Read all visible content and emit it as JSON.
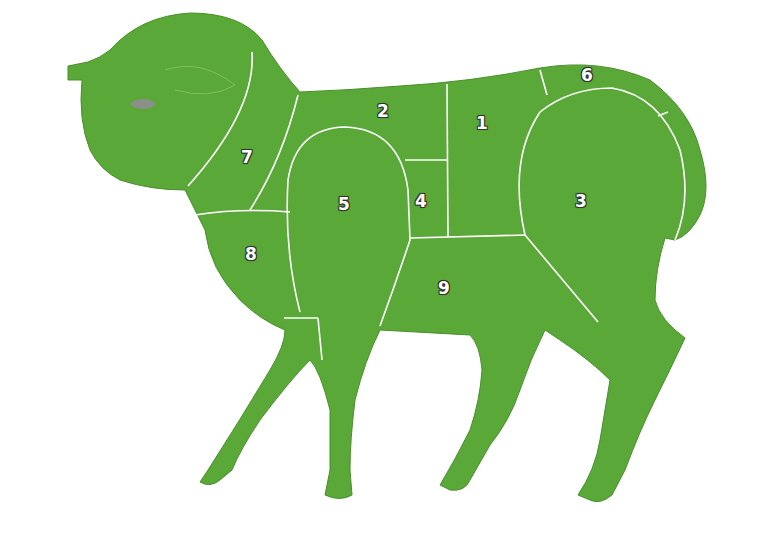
{
  "diagram": {
    "labels": [
      "6",
      "2",
      "1",
      "7",
      "5",
      "4",
      "3",
      "8",
      "9"
    ]
  }
}
